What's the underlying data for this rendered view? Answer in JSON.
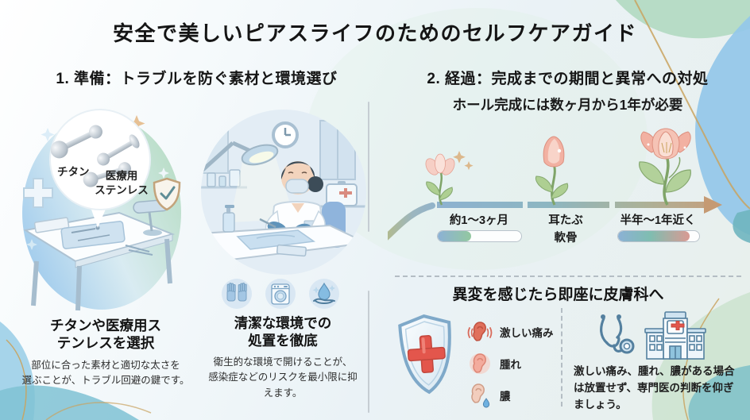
{
  "title": "安全で美しいピアスライフのためのセルフケアガイド",
  "sections": {
    "preparation": {
      "heading": "1. 準備：トラブルを防ぐ素材と環境選び",
      "materials": {
        "label_titanium": "チタン",
        "label_steel_line1": "医療用",
        "label_steel_line2": "ステンレス",
        "heading_line1": "チタンや医療用ス",
        "heading_line2": "テンレスを選択",
        "body": "部位に合った素材と適切な太さを\n選ぶことが、トラブル回避の鍵です。"
      },
      "hygiene": {
        "heading_line1": "清潔な環境での",
        "heading_line2": "処置を徹底",
        "body": "衛生的な環境で開けることが、\n感染症などのリスクを最小限に抑\nえます。",
        "icon_names": [
          "gloves-icon",
          "washing-machine-icon",
          "clean-water-hand-icon"
        ]
      }
    },
    "progress": {
      "heading": "2. 経過：完成までの期間と異常への対処",
      "subtitle": "ホール完成には数ヶ月から1年が必要",
      "timeline": {
        "stages": [
          {
            "label": "約1〜3ヶ月",
            "progress_percent": 40
          },
          {
            "label": "耳たぶ",
            "sublabel": "軟骨"
          },
          {
            "label": "半年〜1年近く",
            "progress_percent": 88
          }
        ]
      },
      "warning": {
        "heading": "異変を感じたら即座に皮膚科へ",
        "symptoms": [
          {
            "label": "激しい痛み"
          },
          {
            "label": "腫れ"
          },
          {
            "label": "膿"
          }
        ],
        "advice": "激しい痛み、腫れ、膿がある場合\nは放置せず、専門医の判断を仰ぎ\nましょう。"
      }
    }
  },
  "colors": {
    "accent_blue": "#8fb3cf",
    "accent_green": "#a9d2b4",
    "accent_tan": "#c59a73",
    "alert_red": "#e3564c",
    "gold_line": "#c9a35f"
  }
}
